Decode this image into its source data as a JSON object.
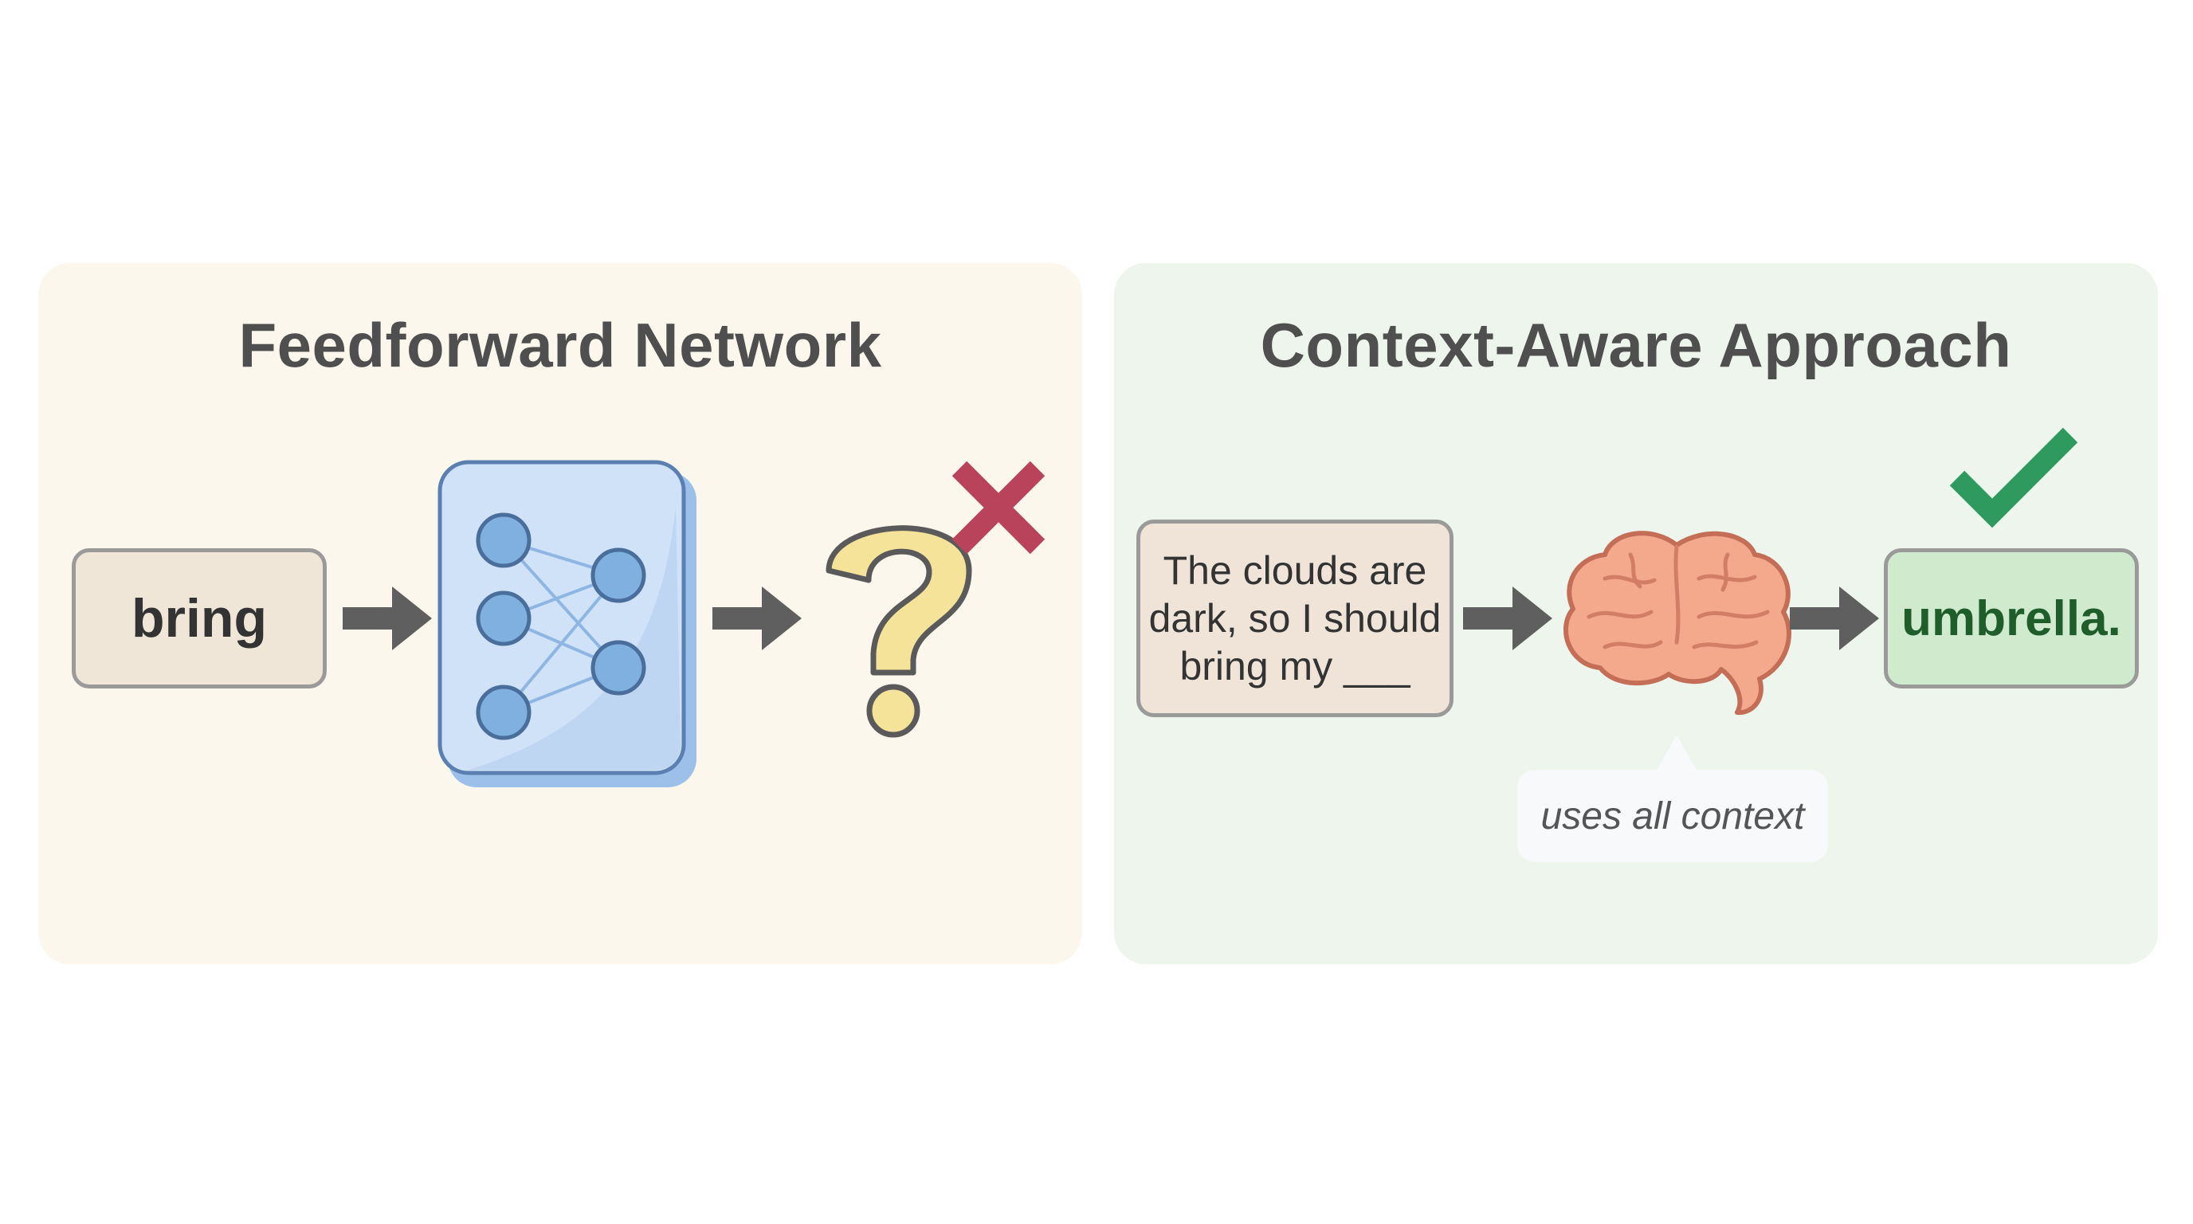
{
  "left_panel": {
    "title": "Feedforward Network",
    "input_word": "bring",
    "result_icon": "question-mark-icon",
    "status_icon": "red-x-icon",
    "colors": {
      "background": "#fbf7ec",
      "network_fill": "#c9dff5",
      "node_fill": "#7fb0df",
      "question_fill": "#f6e39a",
      "x_color": "#b8435a"
    }
  },
  "right_panel": {
    "title": "Context-Aware Approach",
    "context_lines": [
      "The clouds are",
      "dark, so I should",
      "bring my ___"
    ],
    "model_icon": "brain-icon",
    "caption": "uses all context",
    "answer": "umbrella.",
    "status_icon": "green-check-icon",
    "colors": {
      "background": "#eef5ec",
      "answer_fill": "#cfeacc",
      "answer_text": "#1f5e2a",
      "brain_fill": "#f4a88c",
      "check_color": "#2e9a5e"
    }
  },
  "arrow_color": "#5f5f5f"
}
